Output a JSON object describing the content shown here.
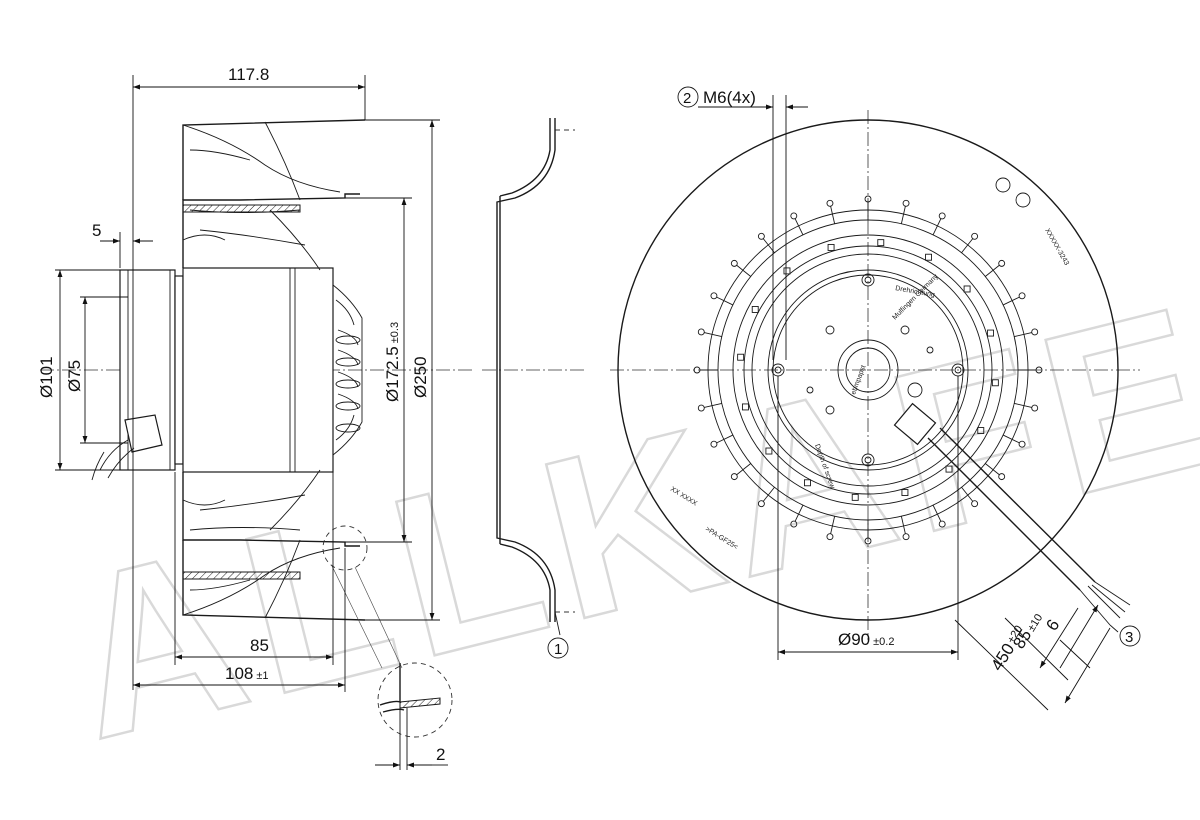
{
  "watermark": {
    "text": "ALLKAFEL"
  },
  "dimensions": {
    "overall_width": "117.8",
    "shaft_offset": "5",
    "hub_dia_101": "Ø101",
    "hub_dia_75": "Ø75",
    "inlet_dia": "Ø172.5",
    "inlet_tol": "±0.3",
    "outer_dia": "Ø250",
    "motor_len": "85",
    "overall_len": "108",
    "overall_len_tol": "±1",
    "wall": "2",
    "bolt_circle": "Ø90",
    "bolt_circle_tol": "±0.2",
    "cable_strip": "6",
    "cable_85": "85",
    "cable_85_tol": "±10",
    "cable_450": "450",
    "cable_450_tol": "+20"
  },
  "callouts": {
    "c1": "1",
    "c2": "2",
    "c2_label": "M6(4x)",
    "c3": "3"
  },
  "front_view_markings": {
    "part_no": "XXXXX-3243",
    "date_code": "XX XXXX",
    "material": ">PA-GF25<",
    "rotation": "Drehrichtung",
    "origin": "Mulfingen Germany",
    "brand": "ebmpapst",
    "depth": "Depth of screw"
  }
}
